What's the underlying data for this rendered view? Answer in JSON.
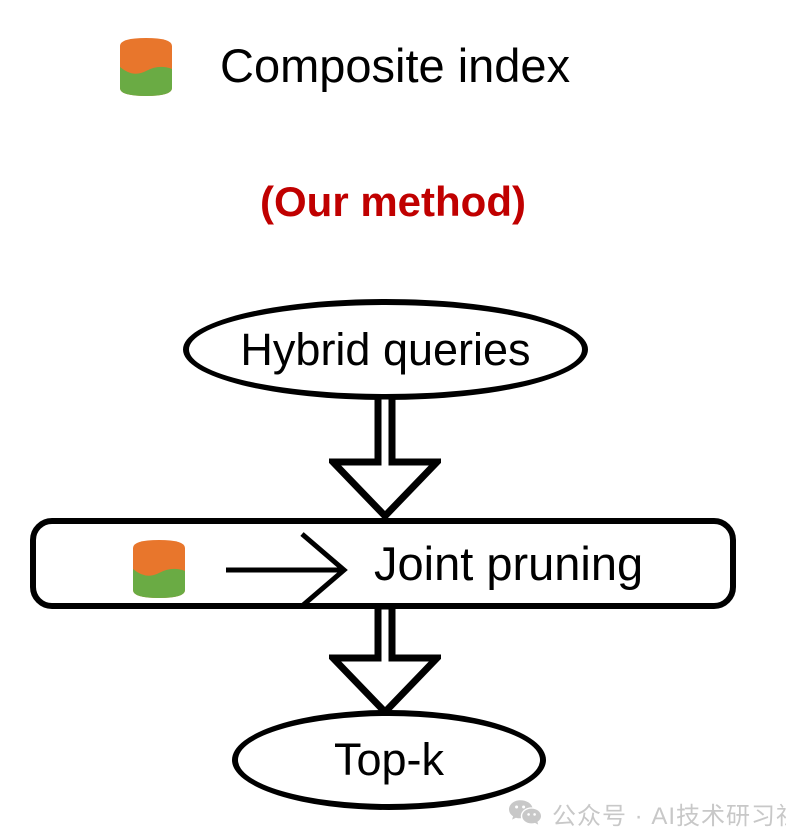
{
  "diagram": {
    "legend": {
      "icon": "composite-index-cylinder-icon",
      "label": "Composite index"
    },
    "subtitle": "(Our method)",
    "nodes": [
      {
        "id": "hybrid-queries",
        "label": "Hybrid queries",
        "shape": "ellipse"
      },
      {
        "id": "joint-pruning",
        "label": "Joint pruning",
        "shape": "rounded-rect"
      },
      {
        "id": "top-k",
        "label": "Top-k",
        "shape": "ellipse"
      }
    ],
    "edges": [
      {
        "from": "hybrid-queries",
        "to": "joint-pruning",
        "style": "hollow-block-arrow-down"
      },
      {
        "from": "joint-pruning",
        "to": "top-k",
        "style": "hollow-block-arrow-down"
      },
      {
        "from": "composite-index-cylinder",
        "to": "joint-pruning-label",
        "style": "thin-line-arrow-right"
      }
    ],
    "colors": {
      "cylinder_top": "#E8762C",
      "cylinder_bottom": "#6AAB44",
      "subtitle": "#C00000",
      "stroke": "#000000",
      "background": "#FFFFFF",
      "watermark": "#C8C8C8"
    }
  },
  "watermark": {
    "icon": "wechat-icon",
    "text": "公众号 · AI技术研习社"
  }
}
